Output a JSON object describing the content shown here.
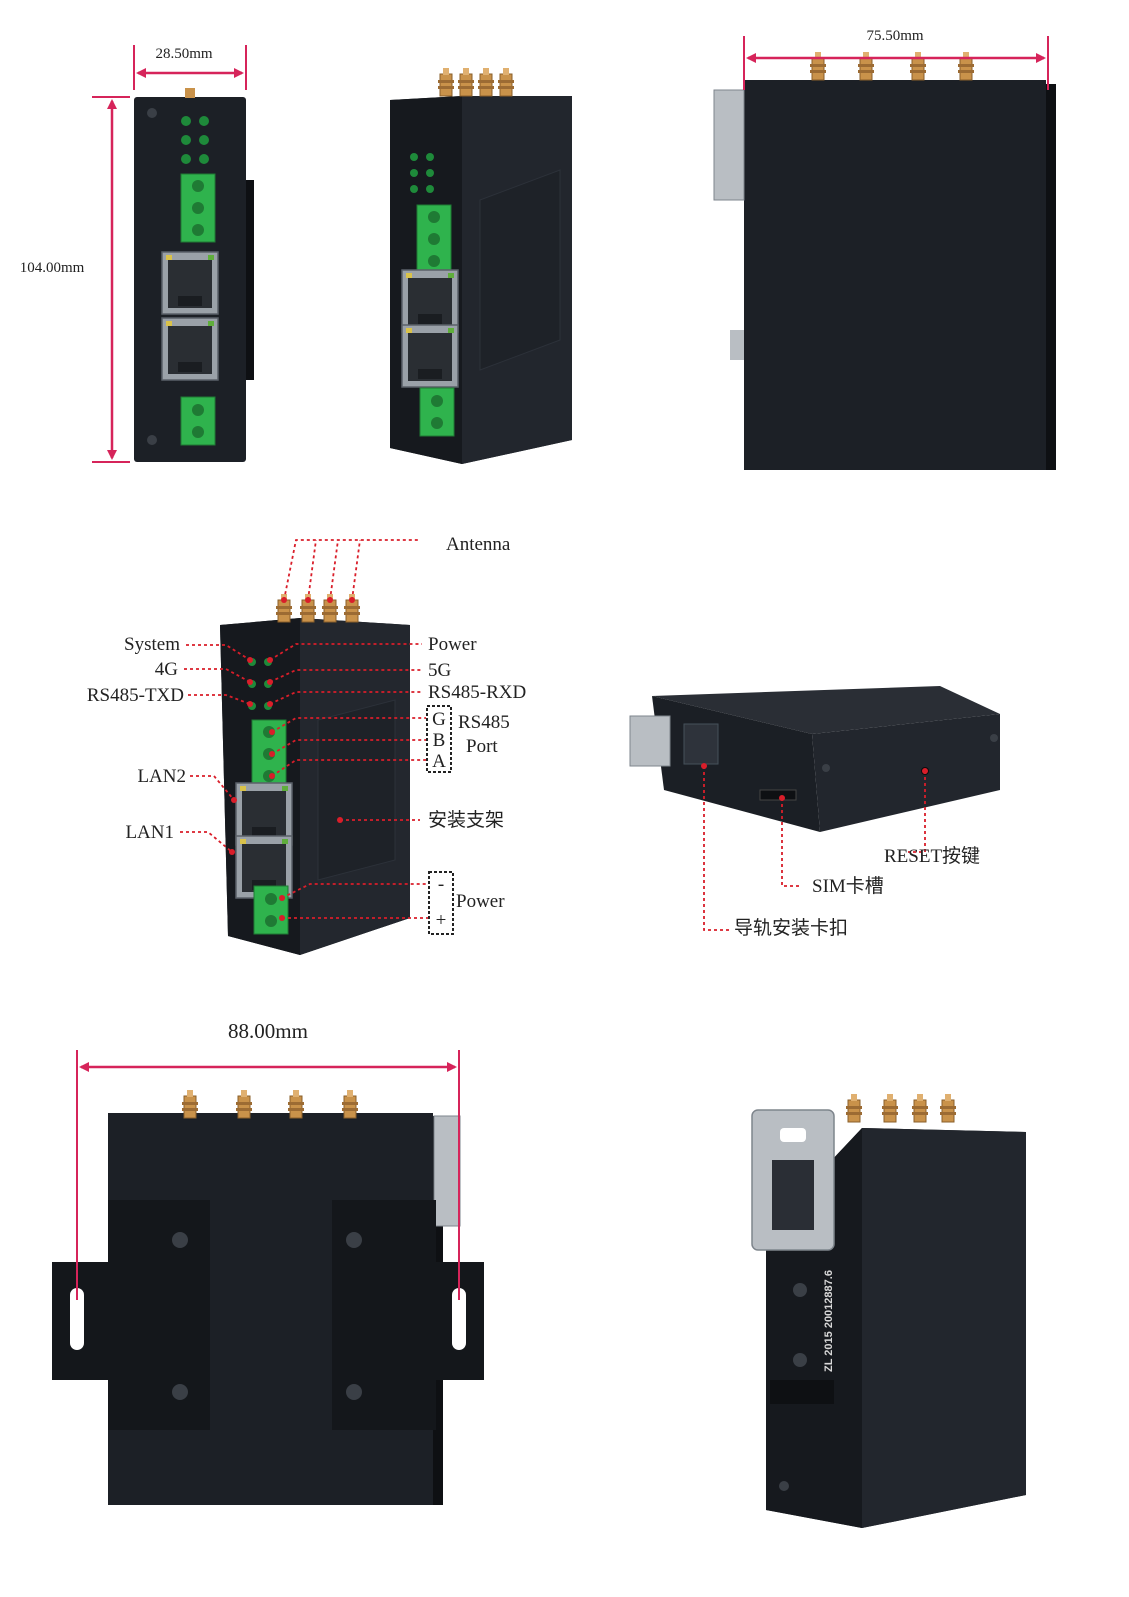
{
  "dimensions": {
    "front_width": "28.50mm",
    "front_height": "104.00mm",
    "side_width": "75.50mm",
    "back_width": "88.00mm"
  },
  "front_labels": {
    "antenna": "Antenna",
    "system": "System",
    "4g": "4G",
    "rs485_txd": "RS485-TXD",
    "power_led": "Power",
    "5g": "5G",
    "rs485_rxd": "RS485-RXD",
    "g": "G",
    "b": "B",
    "a": "A",
    "rs485": "RS485",
    "port": "Port",
    "lan2": "LAN2",
    "lan1": "LAN1",
    "bracket": "安装支架",
    "minus": "-",
    "plus": "+",
    "power_input": "Power"
  },
  "side_labels": {
    "reset": "RESET按键",
    "sim": "SIM卡槽",
    "rail_clip": "导轨安装卡扣"
  },
  "patent_text": "ZL 2015 20012887.6",
  "colors": {
    "dimension_line": "#d6245a",
    "callout": "#d91e2a",
    "housing": "#1c2026",
    "terminal": "#2fb34d",
    "antenna": "#c9924a",
    "led": "#1e8a3a"
  }
}
